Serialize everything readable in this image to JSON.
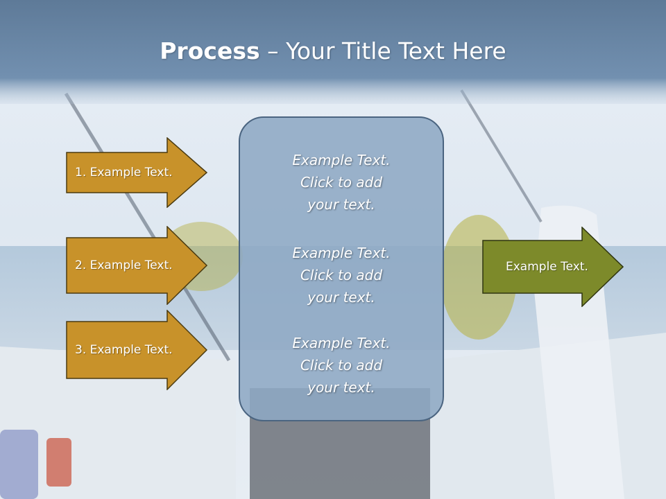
{
  "slide": {
    "title_bold": "Process",
    "title_rest": " – Your Title Text Here",
    "left_arrows": [
      {
        "label": "1. Example Text."
      },
      {
        "label": "2. Example Text."
      },
      {
        "label": "3. Example Text."
      }
    ],
    "center_items": [
      {
        "text": "Example Text.\nClick  to add\nyour text."
      },
      {
        "text": "Example Text.\nClick  to add\nyour text."
      },
      {
        "text": "Example Text.\nClick  to add\nyour text."
      }
    ],
    "right_arrow": {
      "label": "Example Text."
    },
    "colors": {
      "left_arrow_fill": "#c8922a",
      "right_arrow_fill": "#7d8a2a",
      "center_box_fill": "#8ea9c4",
      "title_bar": "#6a86a4"
    }
  }
}
